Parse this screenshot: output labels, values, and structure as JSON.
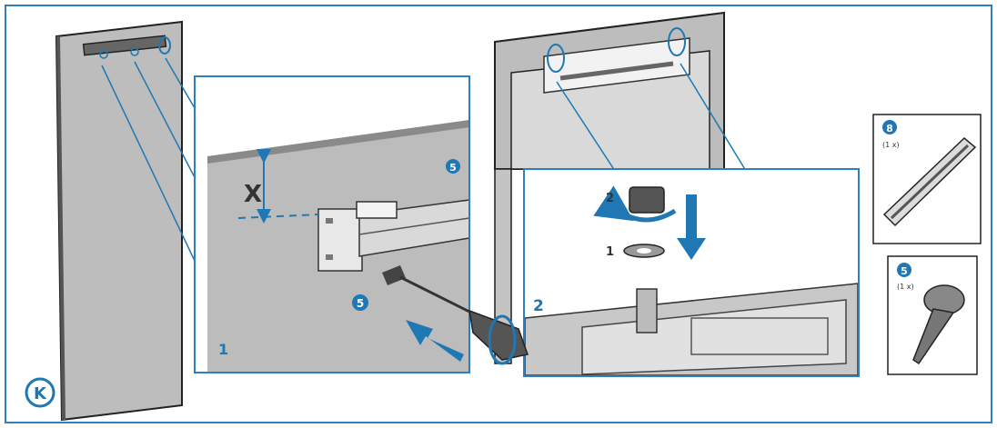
{
  "main": {
    "step_badge": "K",
    "inset1": {
      "step_number": "1",
      "dimension_label": "X",
      "callout_top": "5",
      "callout_screw": "5"
    },
    "inset2": {
      "step_number": "2",
      "arrow_step_2": "2",
      "arrow_step_1": "1"
    }
  },
  "parts": {
    "rail": {
      "badge": "8",
      "qty": "(1 x)"
    },
    "screw": {
      "badge": "5",
      "qty": "(1 x)"
    }
  },
  "colors": {
    "accent_blue": "#1f78b4",
    "frame_blue": "#2f7fbf",
    "panel_grey": "#b9b9b9",
    "panel_dark": "#3a3a3a"
  }
}
